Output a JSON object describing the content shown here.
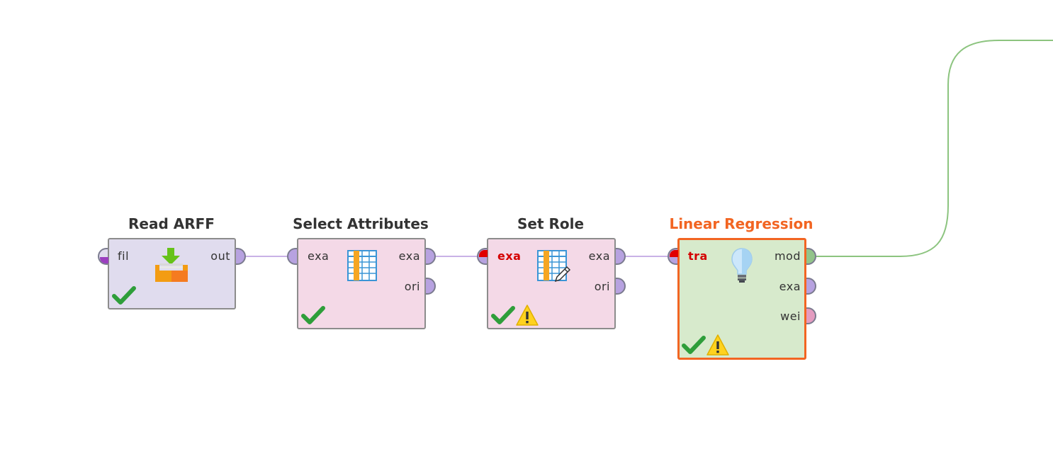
{
  "colors": {
    "read_bg": "#e0dcee",
    "transform_bg": "#f4d9e7",
    "model_bg": "#d7eacc",
    "selected_border": "#f26522",
    "data_port": "#b7a2e0",
    "model_port": "#92c48a",
    "weights_port": "#e49cc0",
    "data_wire": "#c9b2e6",
    "model_wire": "#8cc47f",
    "error_text": "#d40000",
    "selected_title": "#f26522"
  },
  "operators": [
    {
      "title": "Read ARFF",
      "icon": "download-tray-icon",
      "inputs": [
        "fil"
      ],
      "outputs": [
        "out"
      ],
      "status": [
        "check-icon"
      ]
    },
    {
      "title": "Select Attributes",
      "icon": "table-columns-icon",
      "inputs": [
        "exa"
      ],
      "outputs": [
        "exa",
        "ori"
      ],
      "status": [
        "check-icon"
      ]
    },
    {
      "title": "Set Role",
      "icon": "table-edit-icon",
      "inputs": [
        "exa"
      ],
      "outputs": [
        "exa",
        "ori"
      ],
      "status": [
        "check-icon",
        "warning-icon"
      ]
    },
    {
      "title": "Linear Regression",
      "icon": "lightbulb-icon",
      "inputs": [
        "tra"
      ],
      "outputs": [
        "mod",
        "exa",
        "wei"
      ],
      "status": [
        "check-icon",
        "warning-icon"
      ]
    }
  ]
}
